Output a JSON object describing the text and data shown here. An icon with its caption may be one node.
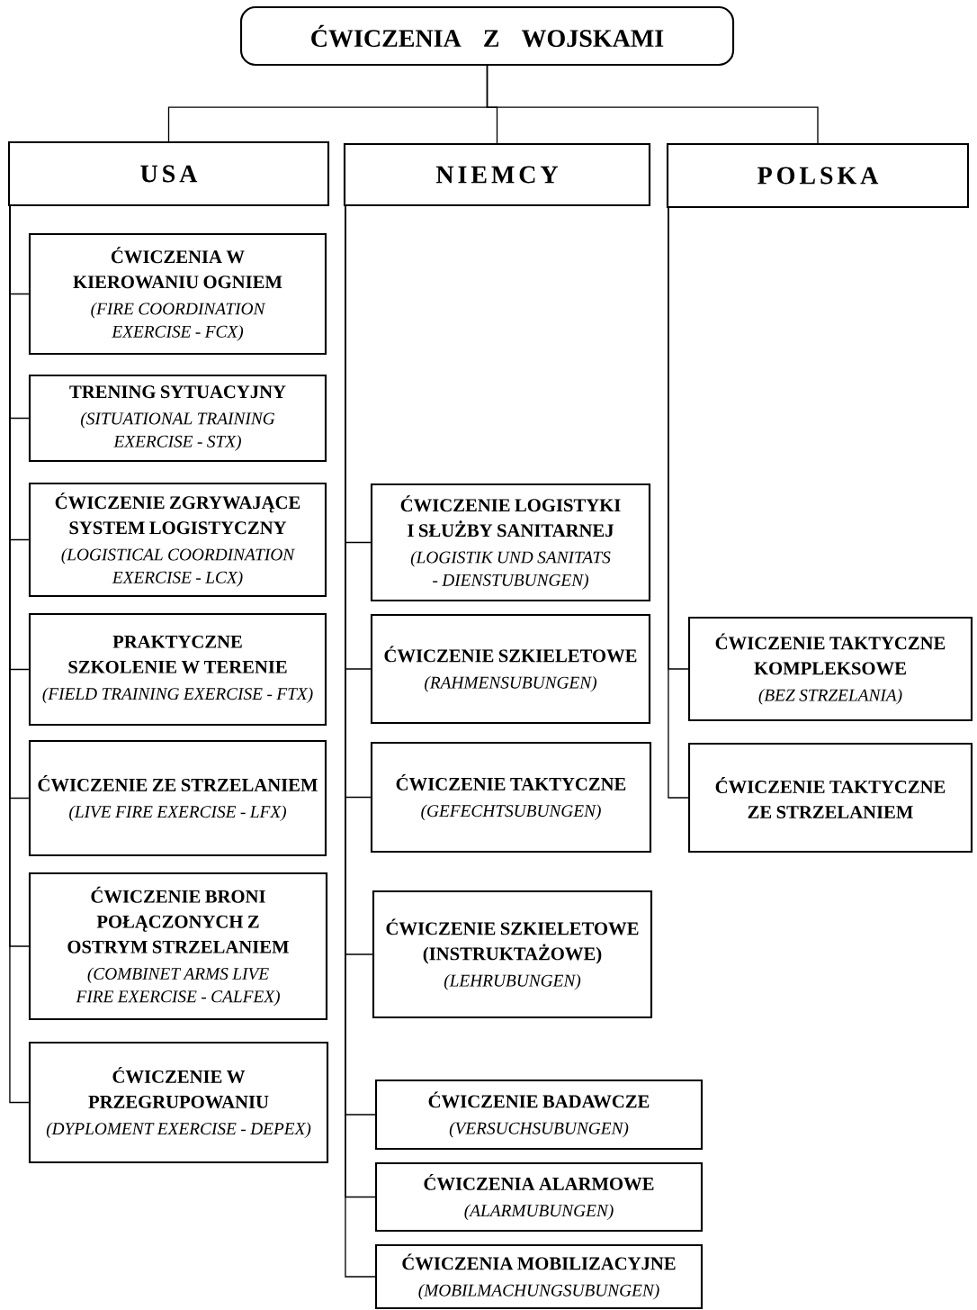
{
  "diagram": {
    "nodes": [
      {
        "text": [
          "ĆWICZENIA Z WOJSKAMI"
        ]
      },
      {
        "text": [
          "USA"
        ]
      },
      {
        "text": [
          "NIEMCY"
        ]
      },
      {
        "text": [
          "POLSKA"
        ]
      },
      {
        "text": [
          "ĆWICZENIA W KIEROWANIU OGNIEM",
          "(FIRE COORDINATION EXERCISE - FCX)"
        ]
      },
      {
        "text": [
          "TRENING SYTUACYJNY",
          "(SITUATIONAL TRAINING EXERCISE - STX)"
        ]
      },
      {
        "text": [
          "ĆWICZENIE ZGRYWAJĄCE SYSTEM LOGISTYCZNY",
          "(LOGISTICAL COORDINATION EXERCISE - LCX)"
        ]
      },
      {
        "text": [
          "PRAKTYCZNE SZKOLENIE W TERENIE",
          "(FIELD TRAINING EXERCISE - FTX)"
        ]
      },
      {
        "text": [
          "ĆWICZENIE ZE STRZELANIEM",
          "(LIVE FIRE EXERCISE - LFX)"
        ]
      },
      {
        "text": [
          "ĆWICZENIE BRONI POŁĄCZONYCH Z OSTRYM STRZELANIEM",
          "(COMBINET ARMS LIVE FIRE EXERCISE - CALFEX)"
        ]
      },
      {
        "text": [
          "ĆWICZENIE W PRZEGRUPOWANIU",
          "(DYPLOMENT EXERCISE - DEPEX)"
        ]
      },
      {
        "text": [
          "ĆWICZENIE LOGISTYKI I SŁUŻBY SANITARNEJ",
          "(LOGISTIK UND SANITATS - DIENSTUBUNGEN)"
        ]
      },
      {
        "text": [
          "ĆWICZENIE SZKIELETOWE",
          "(RAHMENSUBUNGEN)"
        ]
      },
      {
        "text": [
          "ĆWICZENIE TAKTYCZNE",
          "(GEFECHTSUBUNGEN)"
        ]
      },
      {
        "text": [
          "ĆWICZENIE SZKIELETOWE (INSTRUKTAŻOWE)",
          "(LEHRUBUNGEN)"
        ]
      },
      {
        "text": [
          "ĆWICZENIE BADAWCZE",
          "(VERSUCHSUBUNGEN)"
        ]
      },
      {
        "text": [
          "ĆWICZENIA ALARMOWE",
          "(ALARMUBUNGEN)"
        ]
      },
      {
        "text": [
          "ĆWICZENIA MOBILIZACYJNE",
          "(MOBILMACHUNGSUBUNGEN)"
        ]
      },
      {
        "text": [
          "ĆWICZENIE TAKTYCZNE KOMPLEKSOWE",
          "(BEZ STRZELANIA)"
        ]
      },
      {
        "text": [
          "ĆWICZENIE TAKTYCZNE ZE STRZELANIEM"
        ]
      }
    ],
    "edges": [
      {
        "from": 0,
        "to": 1,
        "arrow": "none"
      },
      {
        "from": 0,
        "to": 2,
        "arrow": "none"
      },
      {
        "from": 0,
        "to": 3,
        "arrow": "none"
      },
      {
        "from": 1,
        "to": 4,
        "arrow": "none"
      },
      {
        "from": 1,
        "to": 5,
        "arrow": "none"
      },
      {
        "from": 1,
        "to": 6,
        "arrow": "none"
      },
      {
        "from": 1,
        "to": 7,
        "arrow": "none"
      },
      {
        "from": 1,
        "to": 8,
        "arrow": "none"
      },
      {
        "from": 1,
        "to": 9,
        "arrow": "none"
      },
      {
        "from": 1,
        "to": 10,
        "arrow": "none"
      },
      {
        "from": 2,
        "to": 11,
        "arrow": "none"
      },
      {
        "from": 2,
        "to": 12,
        "arrow": "none"
      },
      {
        "from": 2,
        "to": 13,
        "arrow": "none"
      },
      {
        "from": 2,
        "to": 14,
        "arrow": "none"
      },
      {
        "from": 2,
        "to": 15,
        "arrow": "none"
      },
      {
        "from": 2,
        "to": 16,
        "arrow": "none"
      },
      {
        "from": 2,
        "to": 17,
        "arrow": "none"
      },
      {
        "from": 3,
        "to": 18,
        "arrow": "none"
      },
      {
        "from": 3,
        "to": 19,
        "arrow": "none"
      }
    ]
  }
}
